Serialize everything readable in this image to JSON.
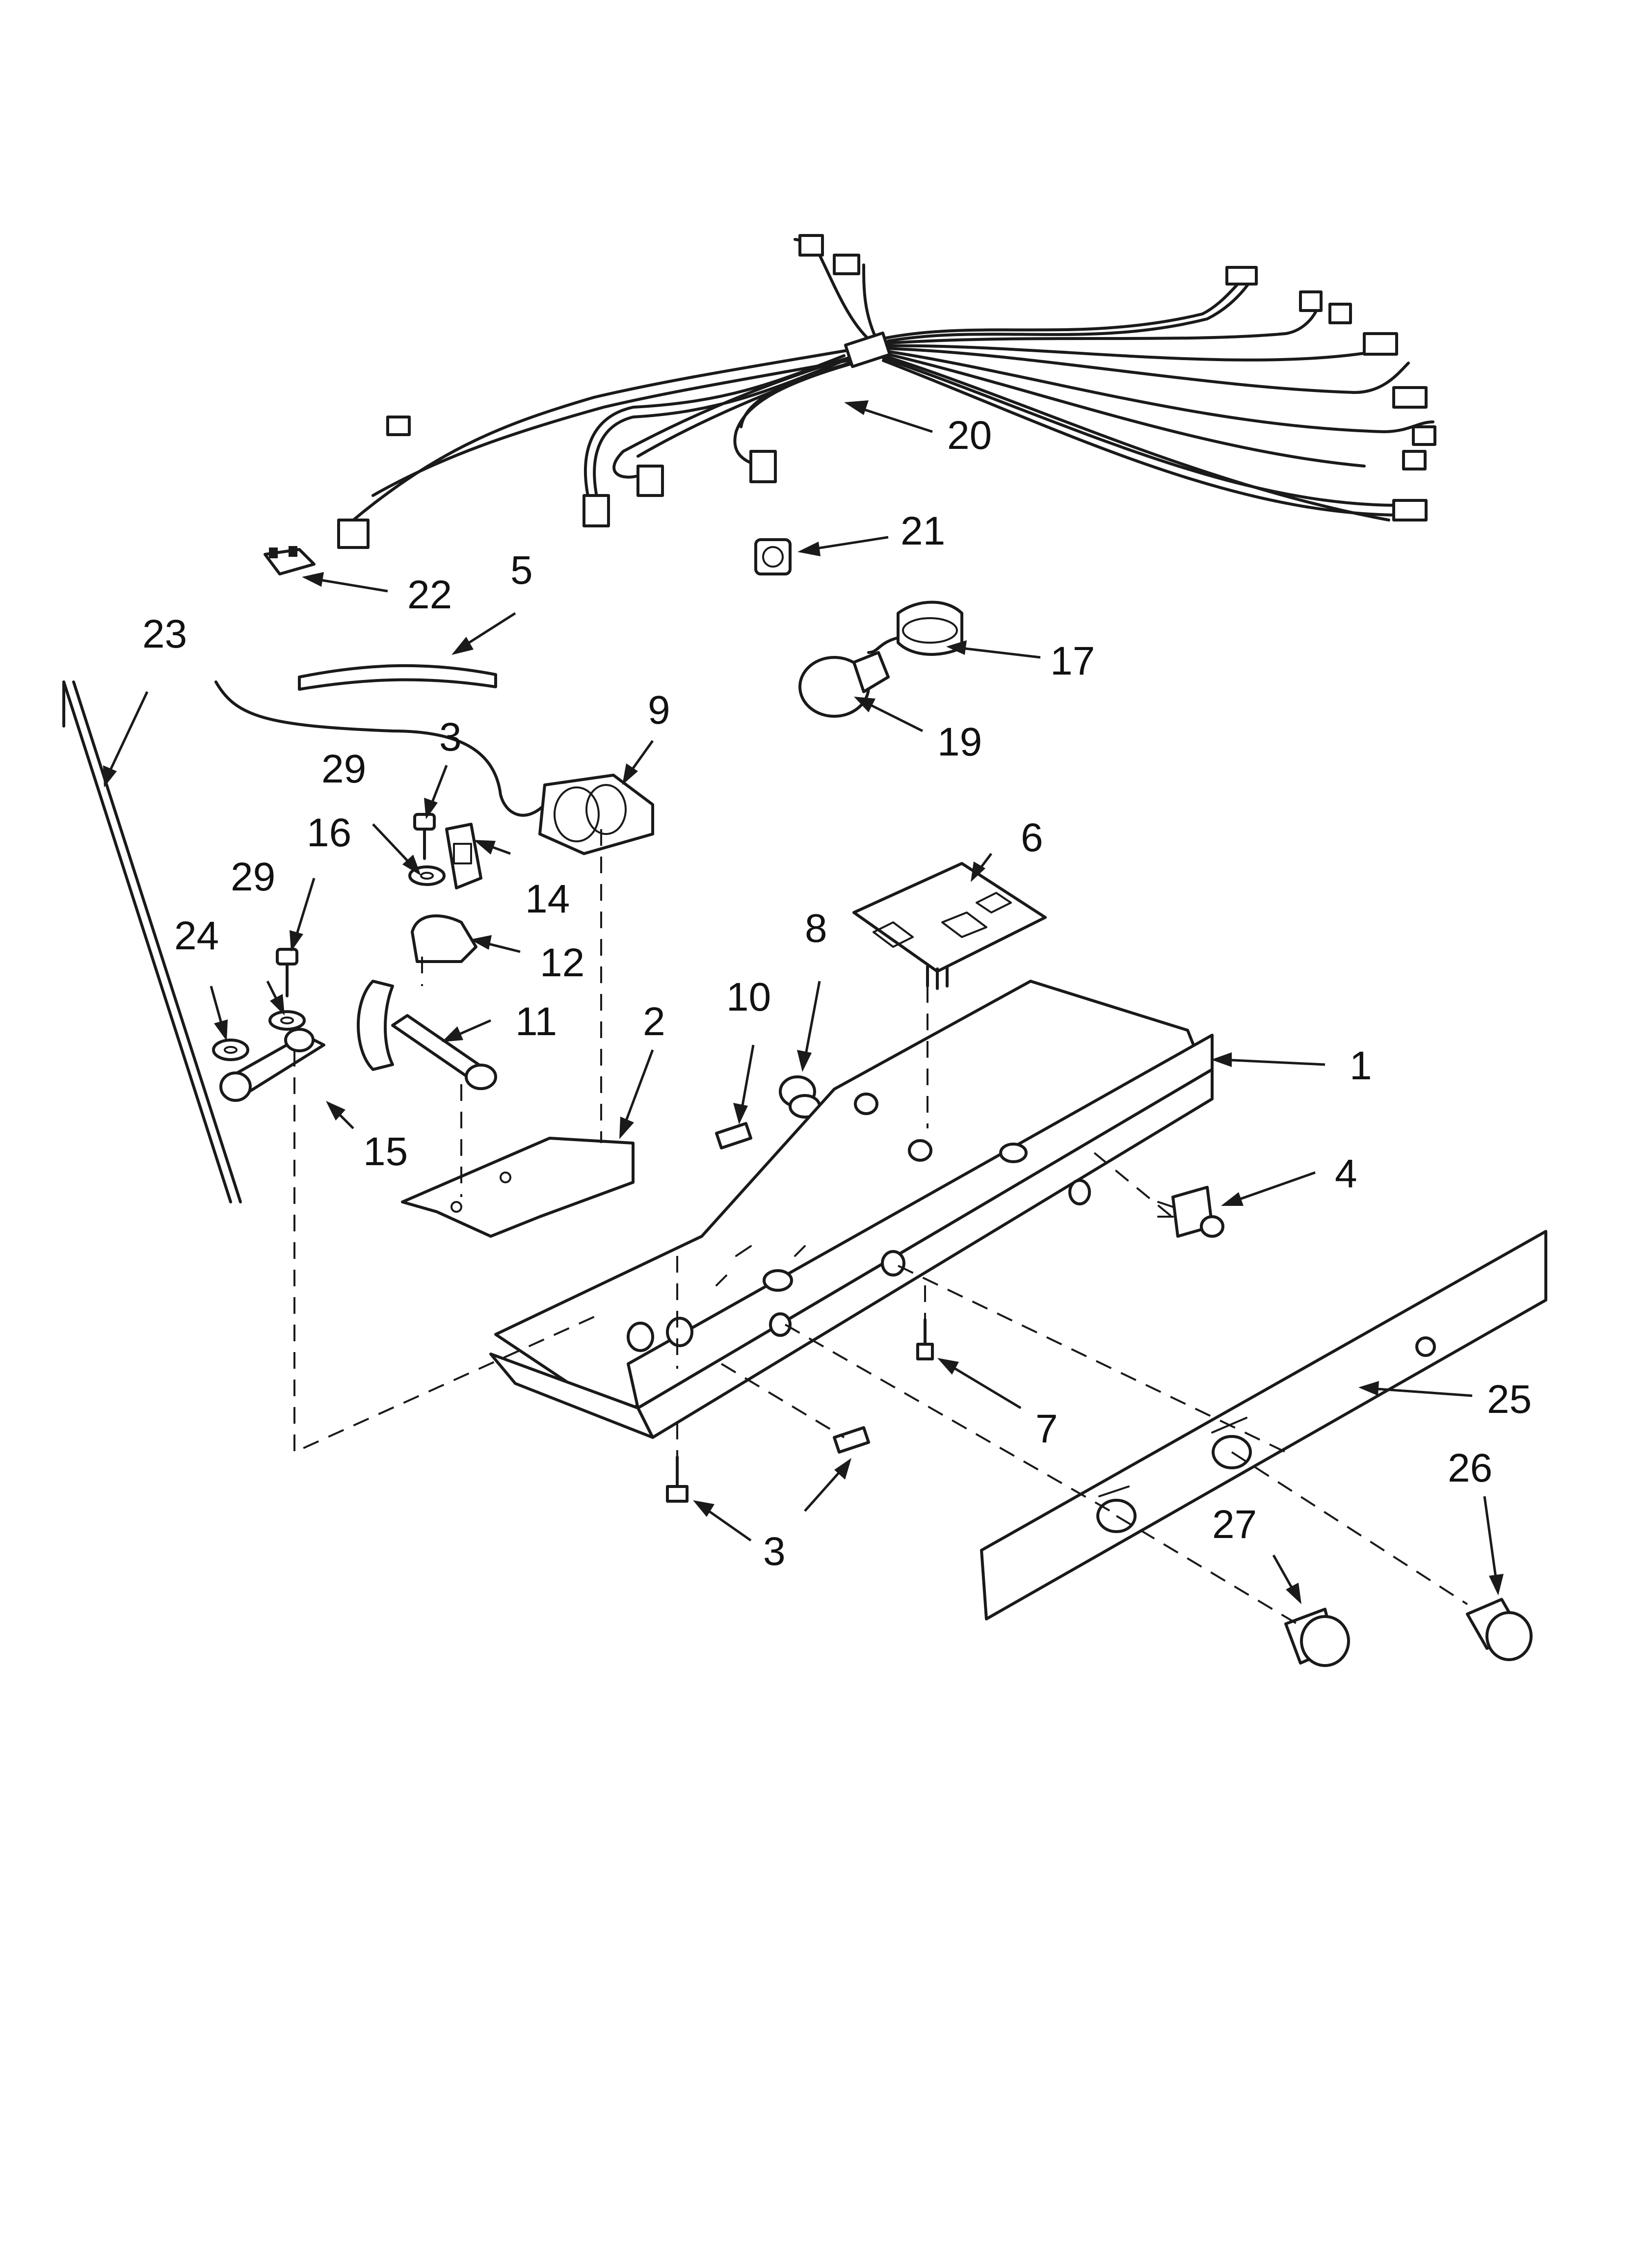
{
  "diagram": {
    "callouts": [
      {
        "id": "c20",
        "label": "20"
      },
      {
        "id": "c21",
        "label": "21"
      },
      {
        "id": "c22",
        "label": "22"
      },
      {
        "id": "c5",
        "label": "5"
      },
      {
        "id": "c23",
        "label": "23"
      },
      {
        "id": "c17",
        "label": "17"
      },
      {
        "id": "c19",
        "label": "19"
      },
      {
        "id": "c9",
        "label": "9"
      },
      {
        "id": "c3a",
        "label": "3"
      },
      {
        "id": "c29a",
        "label": "29"
      },
      {
        "id": "c16",
        "label": "16"
      },
      {
        "id": "c14",
        "label": "14"
      },
      {
        "id": "c6",
        "label": "6"
      },
      {
        "id": "c29b",
        "label": "29"
      },
      {
        "id": "c12",
        "label": "12"
      },
      {
        "id": "c8",
        "label": "8"
      },
      {
        "id": "c24",
        "label": "24"
      },
      {
        "id": "c11",
        "label": "11"
      },
      {
        "id": "c2",
        "label": "2"
      },
      {
        "id": "c10",
        "label": "10"
      },
      {
        "id": "c1",
        "label": "1"
      },
      {
        "id": "c15",
        "label": "15"
      },
      {
        "id": "c4",
        "label": "4"
      },
      {
        "id": "c25",
        "label": "25"
      },
      {
        "id": "c7",
        "label": "7"
      },
      {
        "id": "c26",
        "label": "26"
      },
      {
        "id": "c27",
        "label": "27"
      },
      {
        "id": "c3b",
        "label": "3"
      }
    ]
  }
}
